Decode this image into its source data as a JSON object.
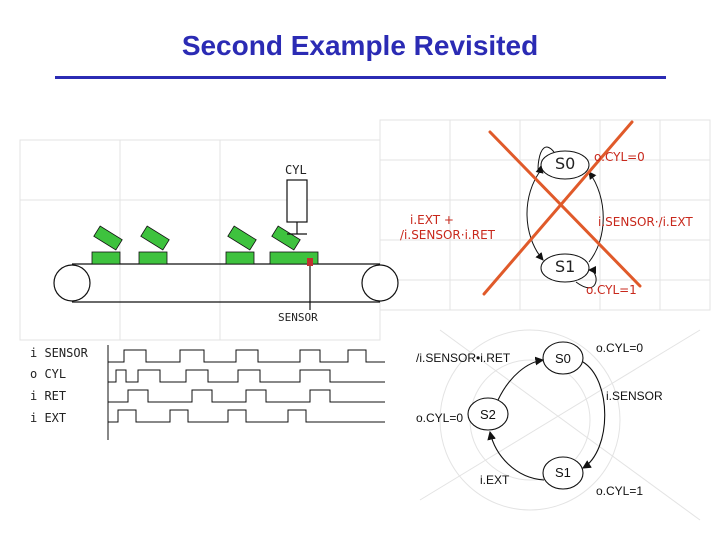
{
  "slide": {
    "title": "Second Example Revisited"
  },
  "machine": {
    "cylinder_label": "CYL",
    "sensor_label": "SENSOR"
  },
  "waveforms": {
    "signals": [
      "i SENSOR",
      "o CYL",
      "i RET",
      "i EXT"
    ]
  },
  "crossed_fsm": {
    "states": [
      "S0",
      "S1"
    ],
    "output_s0": "o.CYL=0",
    "output_s1": "o.CYL=1",
    "left_transition": [
      "i.EXT +",
      "/i.SENSOR·i.RET"
    ],
    "right_transition": "i.SENSOR·/i.EXT"
  },
  "fsm": {
    "states": [
      "S0",
      "S1",
      "S2"
    ],
    "output_s0": "o.CYL=0",
    "output_s1": "o.CYL=1",
    "output_s2": "o.CYL=0",
    "t_s2_s0": "/i.SENSOR•i.RET",
    "t_s0_s1": "i.SENSOR",
    "t_s1_s2": "i.EXT"
  },
  "colors": {
    "title": "#2b2bb4",
    "cross": "#e05a2a",
    "label_red": "#c8281c",
    "tray": "#3ec23e",
    "sensor_dot": "#c03030"
  }
}
